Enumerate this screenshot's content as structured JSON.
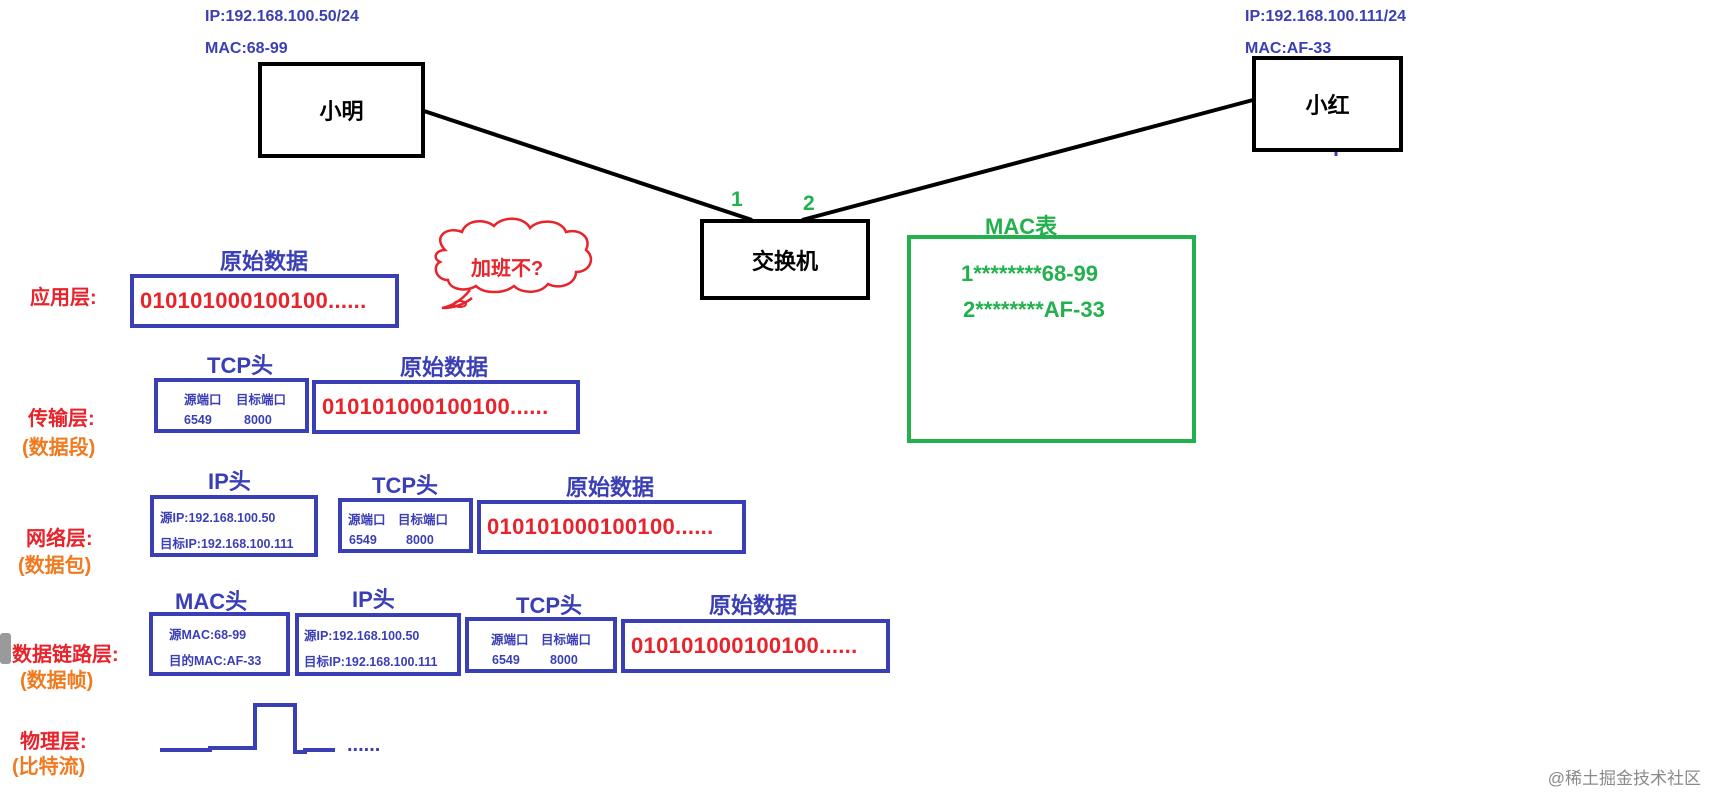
{
  "xiaoming": {
    "name": "小明",
    "ip": "IP:192.168.100.50/24",
    "mac": "MAC:68-99"
  },
  "xiaohong": {
    "name": "小红",
    "ip": "IP:192.168.100.111/24",
    "mac": "MAC:AF-33"
  },
  "switch": {
    "name": "交换机",
    "port1": "1",
    "port2": "2"
  },
  "mac_table": {
    "title": "MAC表",
    "rows": [
      "1********68-99",
      "2********AF-33"
    ]
  },
  "bubble": "加班不?",
  "layers": {
    "app": {
      "label": "应用层:"
    },
    "transport": {
      "label": "传输层:",
      "sub": "(数据段)"
    },
    "network": {
      "label": "网络层:",
      "sub": "(数据包)"
    },
    "datalink": {
      "label": "数据链路层:",
      "sub": "(数据帧)"
    },
    "physical": {
      "label": "物理层:",
      "sub": "(比特流)"
    }
  },
  "raw_header": "原始数据",
  "raw_data_app": "010101000100100......",
  "raw_data": "010101000100100......",
  "tcp": {
    "header": "TCP头",
    "src_label": "源端口",
    "dst_label": "目标端口",
    "src": "6549",
    "dst": "8000"
  },
  "ip": {
    "header": "IP头",
    "src": "源IP:192.168.100.50",
    "dst": "目标IP:192.168.100.111"
  },
  "mac": {
    "header": "MAC头",
    "src": "源MAC:68-99",
    "dst": "目的MAC:AF-33"
  },
  "physical_dots": "......",
  "watermark": "@稀土掘金技术社区"
}
